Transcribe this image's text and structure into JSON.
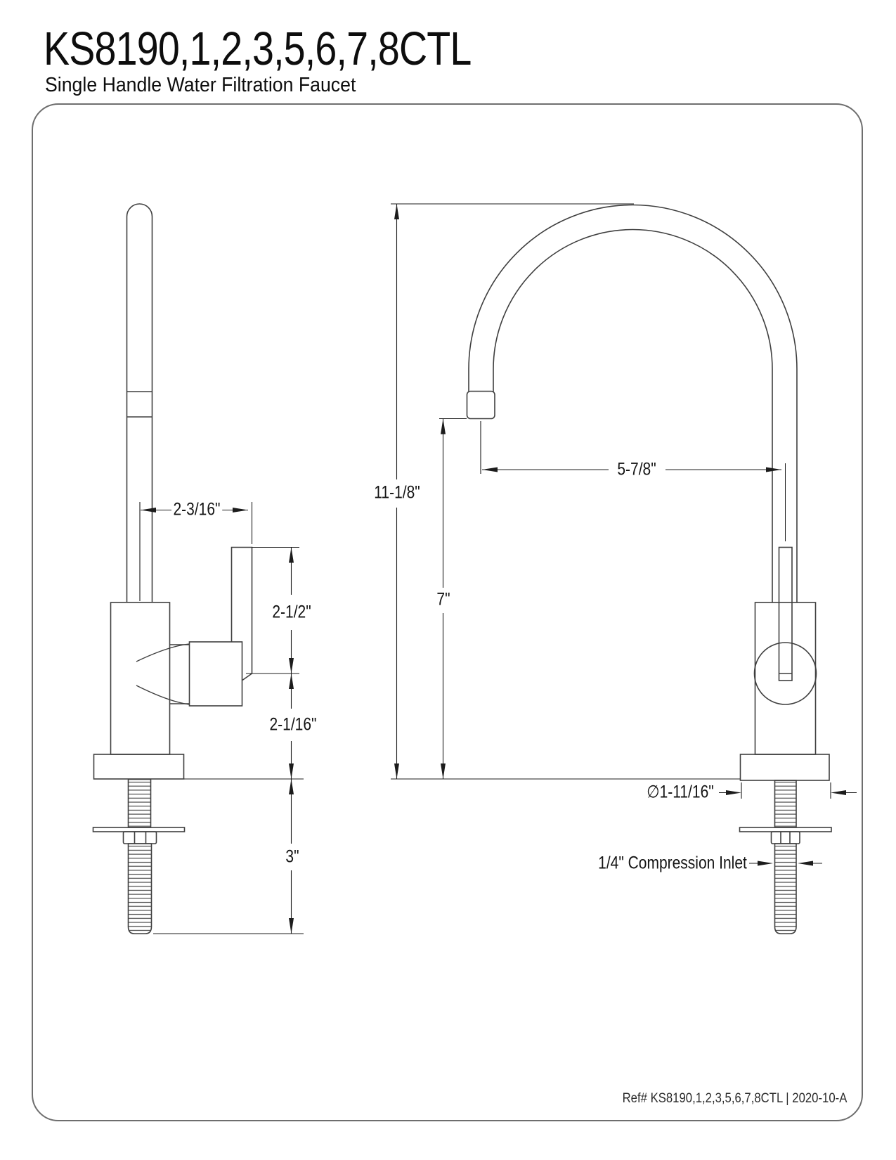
{
  "header": {
    "title": "KS8190,1,2,3,5,6,7,8CTL",
    "subtitle": "Single Handle Water Filtration Faucet"
  },
  "drawing": {
    "side_view": {
      "dim_spout_offset": "2-3/16\"",
      "dim_handle_height": "2-1/2\"",
      "dim_body_height": "2-1/16\"",
      "dim_shank_length": "3\""
    },
    "front_view": {
      "dim_overall_height": "11-1/8\"",
      "dim_spout_height": "7\"",
      "dim_spout_reach": "5-7/8\"",
      "dim_base_diameter": "∅1-11/16\"",
      "label_inlet": "1/4\" Compression Inlet"
    }
  },
  "footer": {
    "ref_text": "Ref# KS8190,1,2,3,5,6,7,8CTL | 2020-10-A"
  },
  "colors": {
    "object_line": "#3f3f3f",
    "dimension_line": "#1c1c1c",
    "text": "#111111",
    "frame_border": "#6e6e6e",
    "background": "#ffffff"
  }
}
